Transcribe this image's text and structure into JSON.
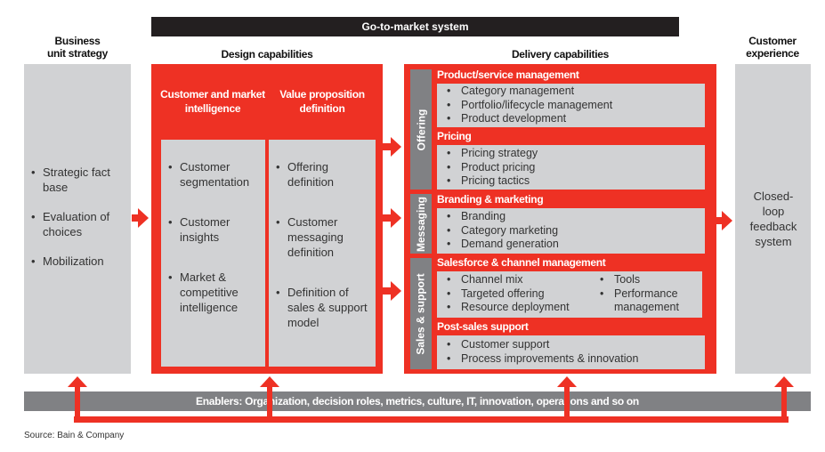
{
  "banner": "Go-to-market system",
  "business": {
    "title": "Business\nunit strategy",
    "items": [
      "Strategic fact base",
      "Evaluation of choices",
      "Mobilization"
    ]
  },
  "design": {
    "title": "Design capabilities",
    "columns": [
      {
        "title": "Customer and market intelligence",
        "items": [
          "Customer segmentation",
          "Customer insights",
          "Market & competitive intelligence"
        ]
      },
      {
        "title": "Value proposition definition",
        "items": [
          "Offering definition",
          "Customer messaging definition",
          "Definition of sales & support model"
        ]
      }
    ]
  },
  "delivery": {
    "title": "Delivery capabilities",
    "tabs": [
      "Offering",
      "Messaging",
      "Sales & support"
    ],
    "sections": [
      {
        "title": "Product/service management",
        "items": [
          "Category management",
          "Portfolio/lifecycle management",
          "Product development"
        ]
      },
      {
        "title": "Pricing",
        "items": [
          "Pricing strategy",
          "Product pricing",
          "Pricing tactics"
        ]
      },
      {
        "title": "Branding & marketing",
        "items": [
          "Branding",
          "Category marketing",
          "Demand generation"
        ]
      },
      {
        "title": "Salesforce & channel management",
        "items": [
          "Channel mix",
          "Targeted offering",
          "Resource deployment"
        ],
        "items2": [
          "Tools",
          "Performance management"
        ]
      },
      {
        "title": "Post-sales support",
        "items": [
          "Customer support",
          "Process improvements & innovation"
        ]
      }
    ]
  },
  "customer": {
    "title": "Customer\nexperience",
    "body": "Closed-loop feedback system"
  },
  "enablers": "Enablers: Organization, decision roles, metrics, culture, IT, innovation, operations and so on",
  "source": "Source: Bain & Company",
  "colors": {
    "red": "#ee3124",
    "gray": "#d1d2d4",
    "dark": "#808184",
    "black": "#231f20"
  }
}
